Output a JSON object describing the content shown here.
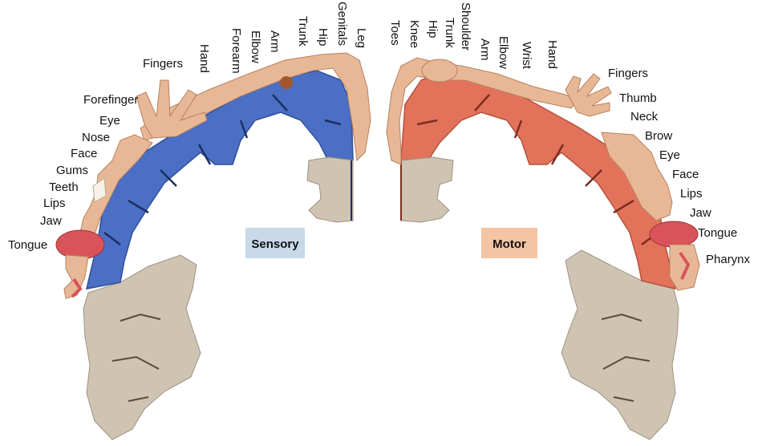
{
  "sensory": {
    "label": "Sensory",
    "color": "#4a6fc4",
    "badge_color": "#c8daea",
    "top_labels": [
      "Hand",
      "Forearm",
      "Elbow",
      "Arm",
      "Trunk",
      "Hip",
      "Genitals",
      "Leg"
    ],
    "side_labels": [
      "Fingers",
      "Forefinger",
      "Eye",
      "Nose",
      "Face",
      "Gums",
      "Teeth",
      "Lips",
      "Jaw",
      "Tongue"
    ]
  },
  "motor": {
    "label": "Motor",
    "color": "#e2735a",
    "badge_color": "#f5c4a4",
    "top_labels": [
      "Toes",
      "Knee",
      "Hip",
      "Trunk",
      "Shoulder",
      "Arm",
      "Elbow",
      "Wrist",
      "Hand"
    ],
    "side_labels": [
      "Fingers",
      "Thumb",
      "Neck",
      "Brow",
      "Eye",
      "Face",
      "Lips",
      "Jaw",
      "Tongue",
      "Pharynx"
    ]
  },
  "colors": {
    "white_matter": "#cfc3b2",
    "skin": "#e8b896",
    "tongue": "#d9545a"
  }
}
